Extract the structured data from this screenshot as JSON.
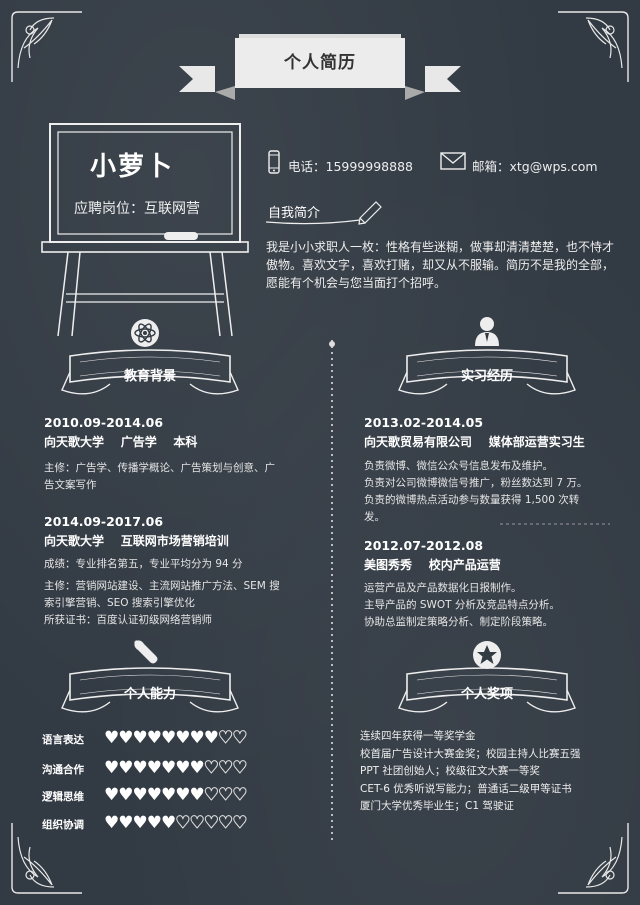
{
  "header": {
    "title": "个人简历"
  },
  "profile": {
    "name": "小萝卜",
    "position": "应聘岗位：互联网营",
    "phone": "电话：15999998888",
    "email": "邮箱：xtg@wps.com"
  },
  "intro": {
    "heading": "自我简介",
    "text": "我是小小求职人一枚：性格有些迷糊，做事却清清楚楚，也不恃才傲物。喜欢文字，喜欢打赌，却又从不服输。简历不是我的全部，愿能有个机会与您当面打个招呼。"
  },
  "education": {
    "heading": "教育背景",
    "entries": [
      {
        "date": "2010.09-2014.06",
        "org": "向天歌大学    广告学    本科",
        "lines": [
          "主修：广告学、传播学概论、广告策划与创意、广",
          "告文案写作"
        ]
      },
      {
        "date": "2014.09-2017.06",
        "org": "向天歌大学    互联网市场营销培训",
        "lines": [
          "成绩：专业排名第五，专业平均分为 94 分",
          "主修：营销网站建设、主流网站推广方法、SEM 搜",
          "索引擎营销、SEO 搜索引擎优化",
          "所获证书：百度认证初级网络营销师"
        ]
      }
    ]
  },
  "internship": {
    "heading": "实习经历",
    "entries": [
      {
        "date": "2013.02-2014.05",
        "org": "向天歌贸易有限公司    媒体部运营实习生",
        "lines": [
          "负责微博、微信公众号信息发布及维护。",
          "负责对公司微博微信号推广，粉丝数达到 7 万。",
          "负责的微博热点活动参与数量获得 1,500 次转",
          "发。"
        ]
      },
      {
        "date": "2012.07-2012.08",
        "org": "美图秀秀    校内产品运营",
        "lines": [
          "运营产品及产品数据化日报制作。",
          "主导产品的 SWOT 分析及竞品特点分析。",
          "协助总监制定策略分析、制定阶段策略。"
        ]
      }
    ]
  },
  "skills": {
    "heading": "个人能力",
    "items": [
      {
        "label": "语言表达",
        "level": 0.8
      },
      {
        "label": "沟通合作",
        "level": 0.7
      },
      {
        "label": "逻辑思维",
        "level": 0.7
      },
      {
        "label": "组织协调",
        "level": 0.5
      }
    ]
  },
  "awards": {
    "heading": "个人奖项",
    "lines": [
      "连续四年获得一等奖学金",
      "校首届广告设计大赛金奖；校园主持人比赛五强",
      "PPT 社团创始人；校级征文大赛一等奖",
      "CET-6 优秀听说写能力；普通话二级甲等证书",
      "厦门大学优秀毕业生；C1 驾驶证"
    ]
  },
  "colors": {
    "board": "#323a43",
    "chalk": "#f2f2f2"
  }
}
